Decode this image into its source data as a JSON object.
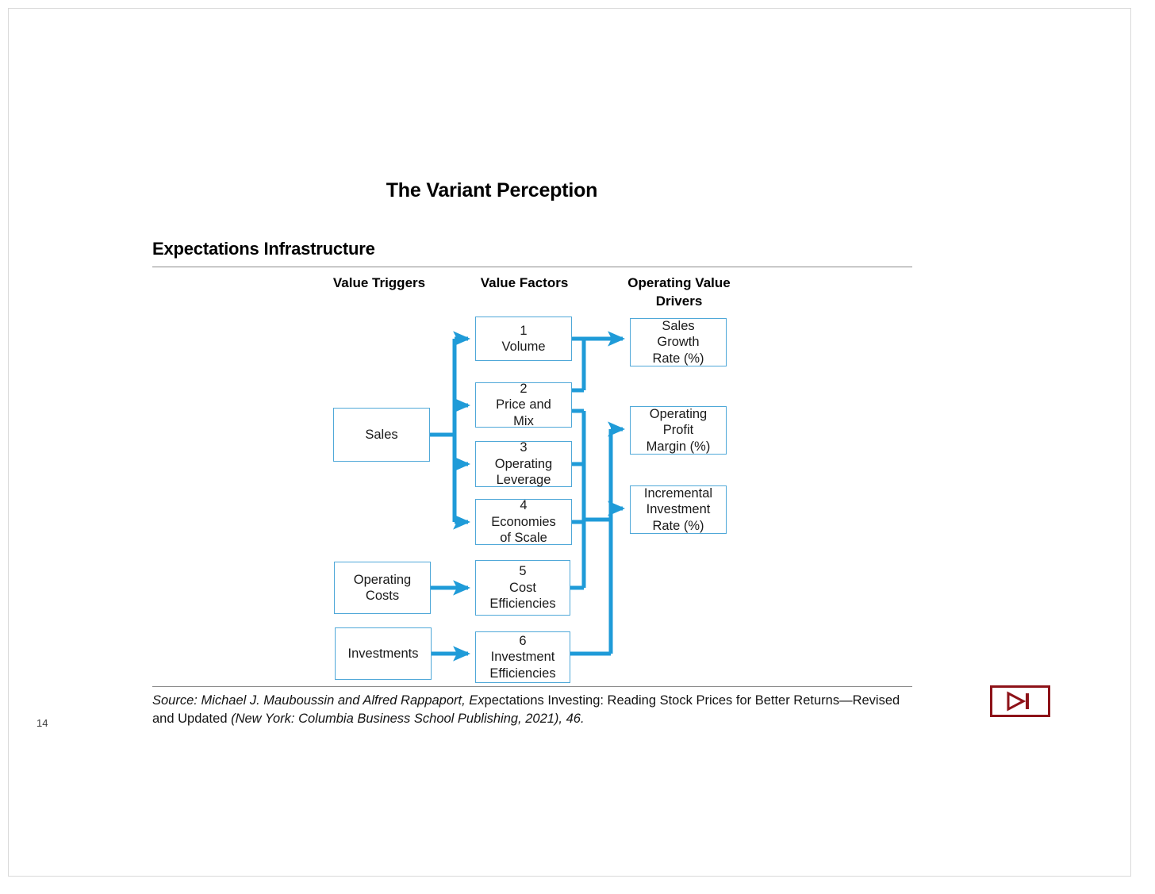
{
  "slide": {
    "title": "The Variant Perception",
    "section_title": "Expectations Infrastructure",
    "page_number": "14",
    "accent_color": "#1f9bd8",
    "box_border_color": "#4fa8d8",
    "rule_color": "#8c8c8c",
    "logo_color": "#8d1218"
  },
  "diagram": {
    "type": "flow",
    "columns": [
      {
        "id": "value-triggers",
        "label": "Value\nTriggers"
      },
      {
        "id": "value-factors",
        "label": "Value\nFactors"
      },
      {
        "id": "operating-value-drivers",
        "label": "Operating\nValue Drivers"
      }
    ],
    "value_triggers": [
      {
        "id": "sales",
        "label": "Sales"
      },
      {
        "id": "operating-costs",
        "label": "Operating\nCosts"
      },
      {
        "id": "investments",
        "label": "Investments"
      }
    ],
    "value_factors": [
      {
        "id": "volume",
        "number": "1",
        "label": "1\nVolume"
      },
      {
        "id": "price-and-mix",
        "number": "2",
        "label": "2\nPrice and\nMix"
      },
      {
        "id": "operating-leverage",
        "number": "3",
        "label": "3\nOperating\nLeverage"
      },
      {
        "id": "economies-of-scale",
        "number": "4",
        "label": "4\nEconomies\nof Scale"
      },
      {
        "id": "cost-efficiencies",
        "number": "5",
        "label": "5\nCost\nEfficiencies"
      },
      {
        "id": "investment-efficiencies",
        "number": "6",
        "label": "6\nInvestment\nEfficiencies"
      }
    ],
    "operating_value_drivers": [
      {
        "id": "sales-growth-rate",
        "label": "Sales\nGrowth\nRate (%)"
      },
      {
        "id": "operating-profit-margin",
        "label": "Operating\nProfit\nMargin (%)"
      },
      {
        "id": "incremental-investment-rate",
        "label": "Incremental\nInvestment\nRate (%)"
      }
    ],
    "edges": [
      {
        "from": "sales",
        "to": "volume"
      },
      {
        "from": "sales",
        "to": "price-and-mix"
      },
      {
        "from": "sales",
        "to": "operating-leverage"
      },
      {
        "from": "sales",
        "to": "economies-of-scale"
      },
      {
        "from": "operating-costs",
        "to": "cost-efficiencies"
      },
      {
        "from": "investments",
        "to": "investment-efficiencies"
      },
      {
        "from": "volume",
        "to": "sales-growth-rate"
      },
      {
        "from": "price-and-mix",
        "to": "sales-growth-rate"
      },
      {
        "from": "price-and-mix",
        "to": "operating-profit-margin"
      },
      {
        "from": "operating-leverage",
        "to": "operating-profit-margin"
      },
      {
        "from": "economies-of-scale",
        "to": "operating-profit-margin"
      },
      {
        "from": "cost-efficiencies",
        "to": "operating-profit-margin"
      },
      {
        "from": "investment-efficiencies",
        "to": "incremental-investment-rate"
      }
    ]
  },
  "source": {
    "lead": "Source: Michael J. Mauboussin and Alfred Rappaport, Ex",
    "mid1": "pectations Investing: Reading Stock Prices for Better Returns—",
    "mid2": "Revised and Updated ",
    "tail": "(New York: Columbia Business School Publishing, 2021), 46."
  }
}
